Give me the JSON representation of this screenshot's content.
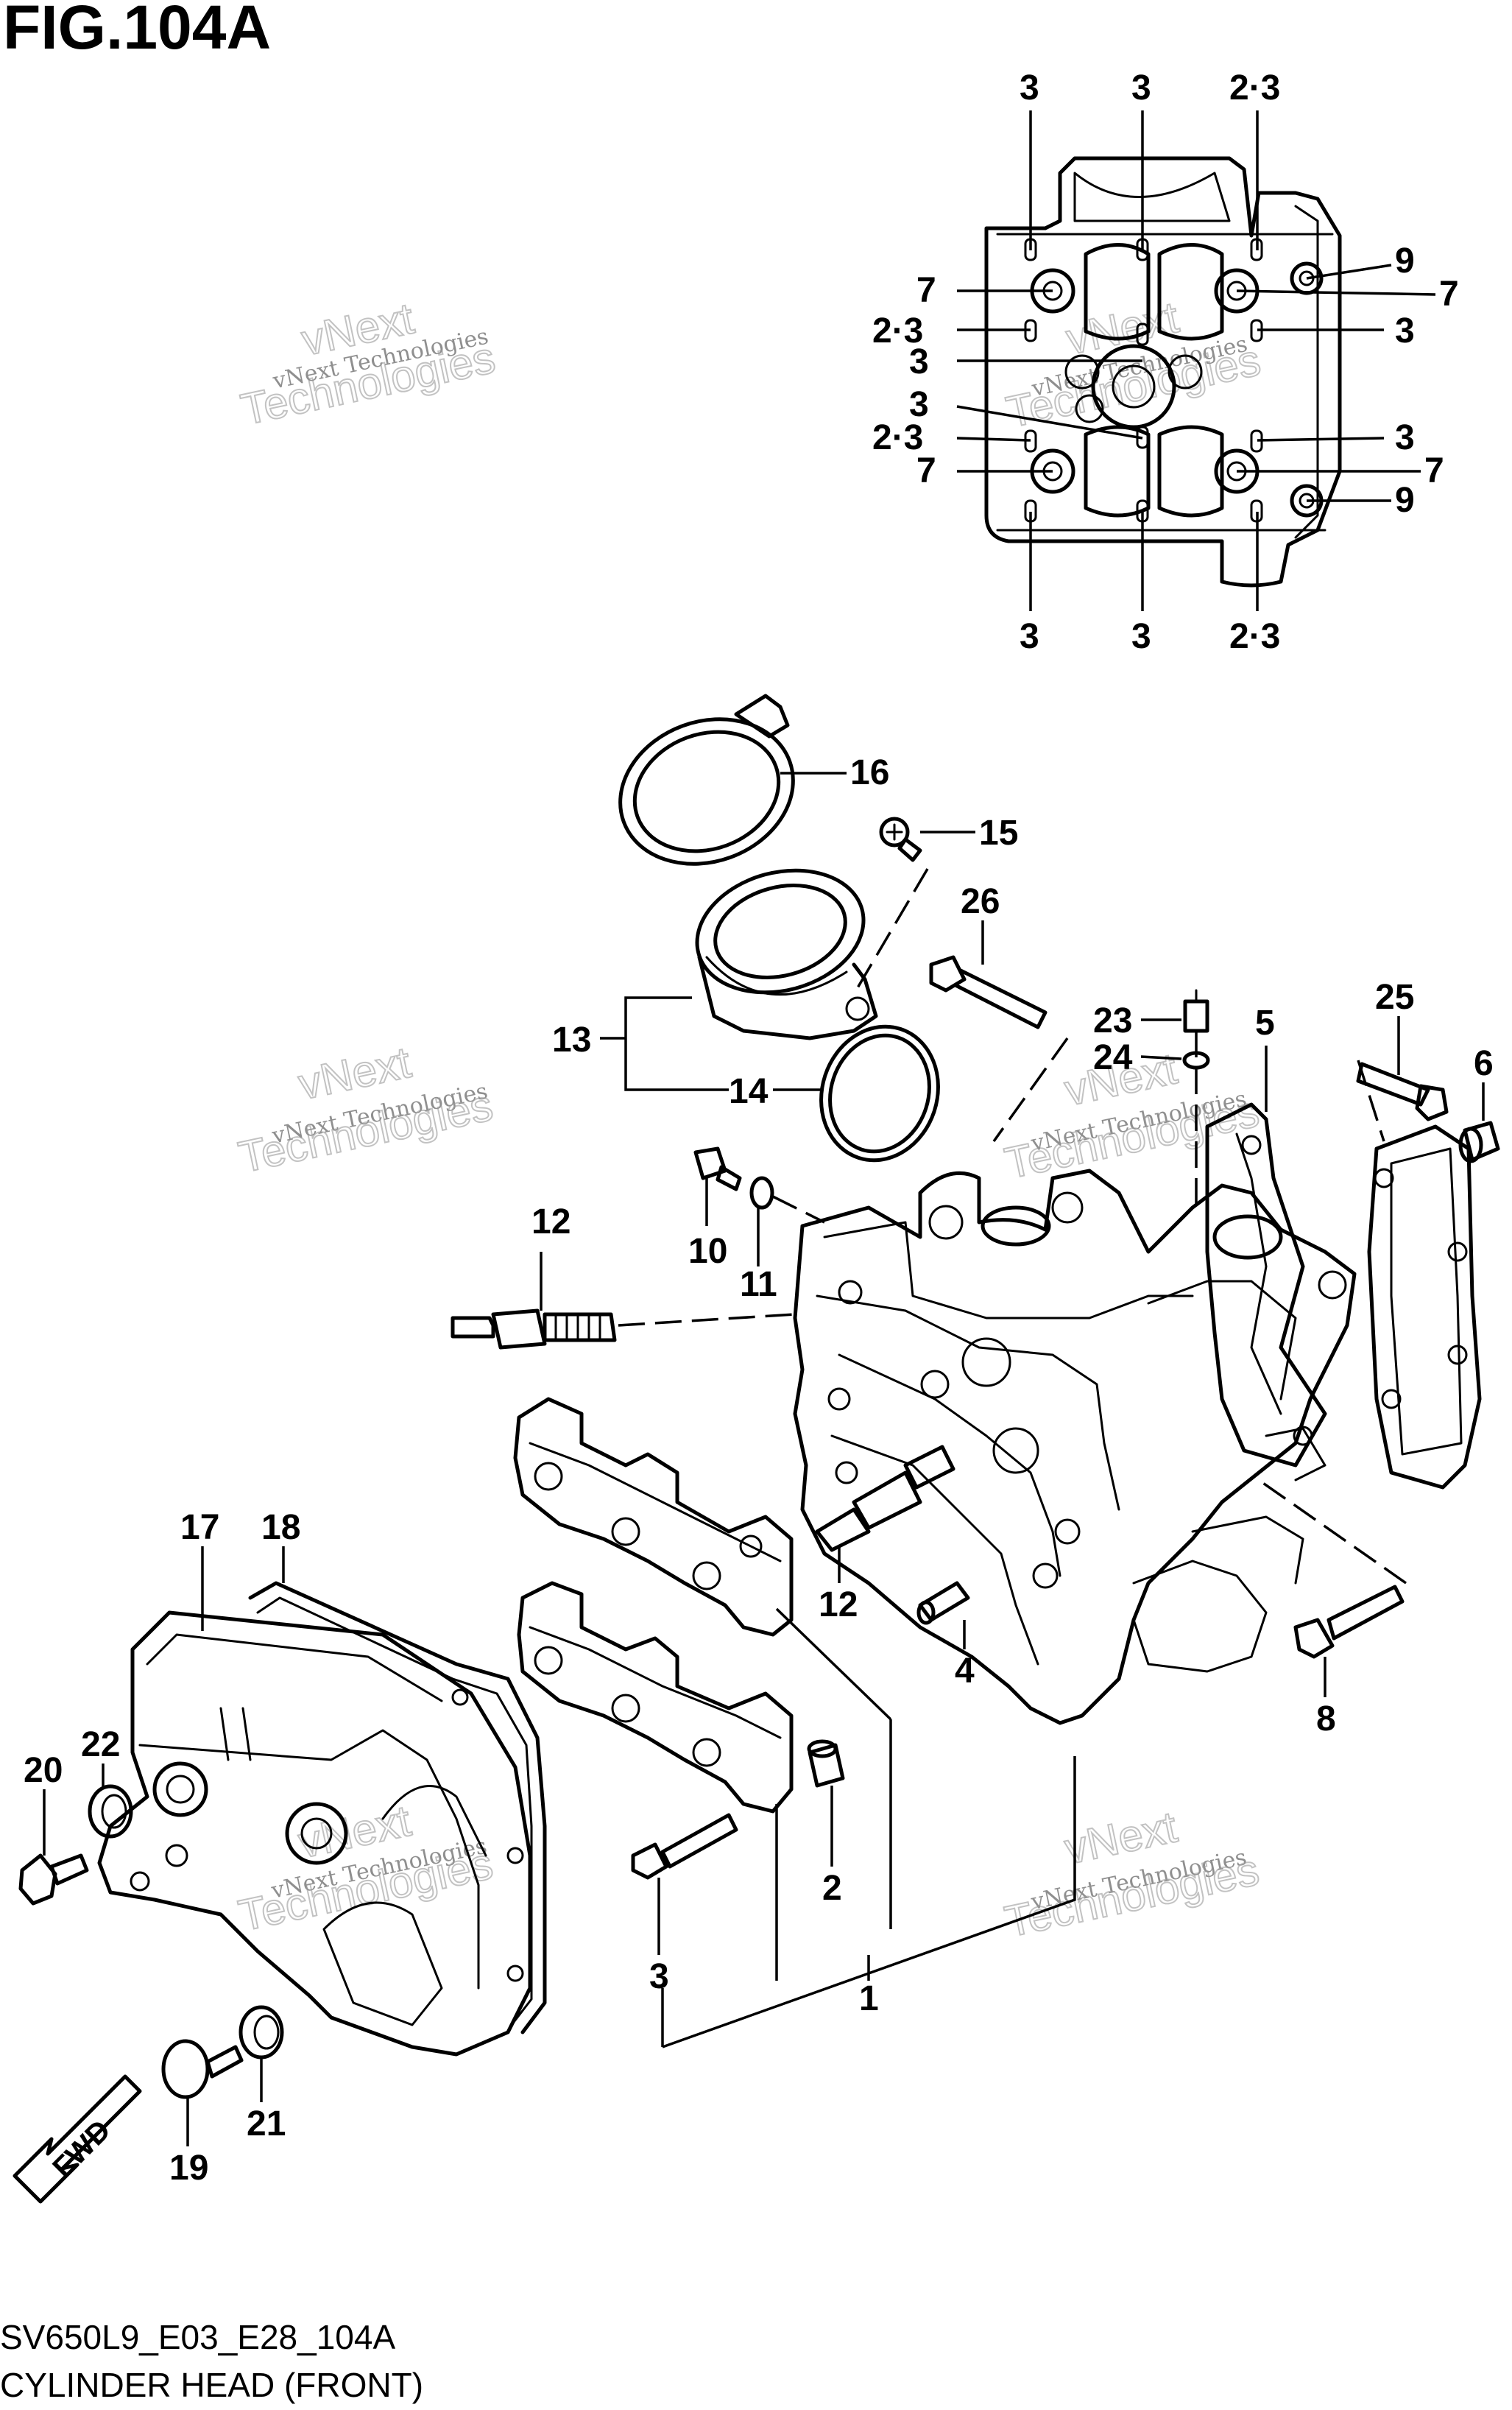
{
  "figure": {
    "title": "FIG.104A",
    "code": "SV650L9_E03_E28_104A",
    "caption": "CYLINDER HEAD (FRONT)"
  },
  "direction_arrow": {
    "label": "FWD",
    "icon": "fwd-arrow-icon"
  },
  "watermark": {
    "small": "vNext Technologies",
    "large_line1": "vNext",
    "large_line2": "Technologies"
  },
  "callouts": {
    "top_left_3": "3",
    "top_mid_3": "3",
    "top_right_23": "2·3",
    "right_9_top": "9",
    "right_7_top": "7",
    "right_3_a": "3",
    "right_3_b": "3",
    "right_7_bottom": "7",
    "right_9_bottom": "9",
    "left_7_top": "7",
    "left_23_a": "2·3",
    "left_3_a": "3",
    "left_3_b": "3",
    "left_23_b": "2·3",
    "left_7_bottom": "7",
    "bottom_left_3": "3",
    "bottom_mid_3": "3",
    "bottom_right_23": "2·3",
    "p16": "16",
    "p15": "15",
    "p26": "26",
    "p13": "13",
    "p14": "14",
    "p23": "23",
    "p24": "24",
    "p5": "5",
    "p25": "25",
    "p6": "6",
    "p12_top": "12",
    "p10": "10",
    "p11": "11",
    "p17": "17",
    "p18": "18",
    "p22": "22",
    "p20": "20",
    "p12_bottom": "12",
    "p4": "4",
    "p8": "8",
    "p2": "2",
    "p3": "3",
    "p1": "1",
    "p19": "19",
    "p21": "21"
  }
}
